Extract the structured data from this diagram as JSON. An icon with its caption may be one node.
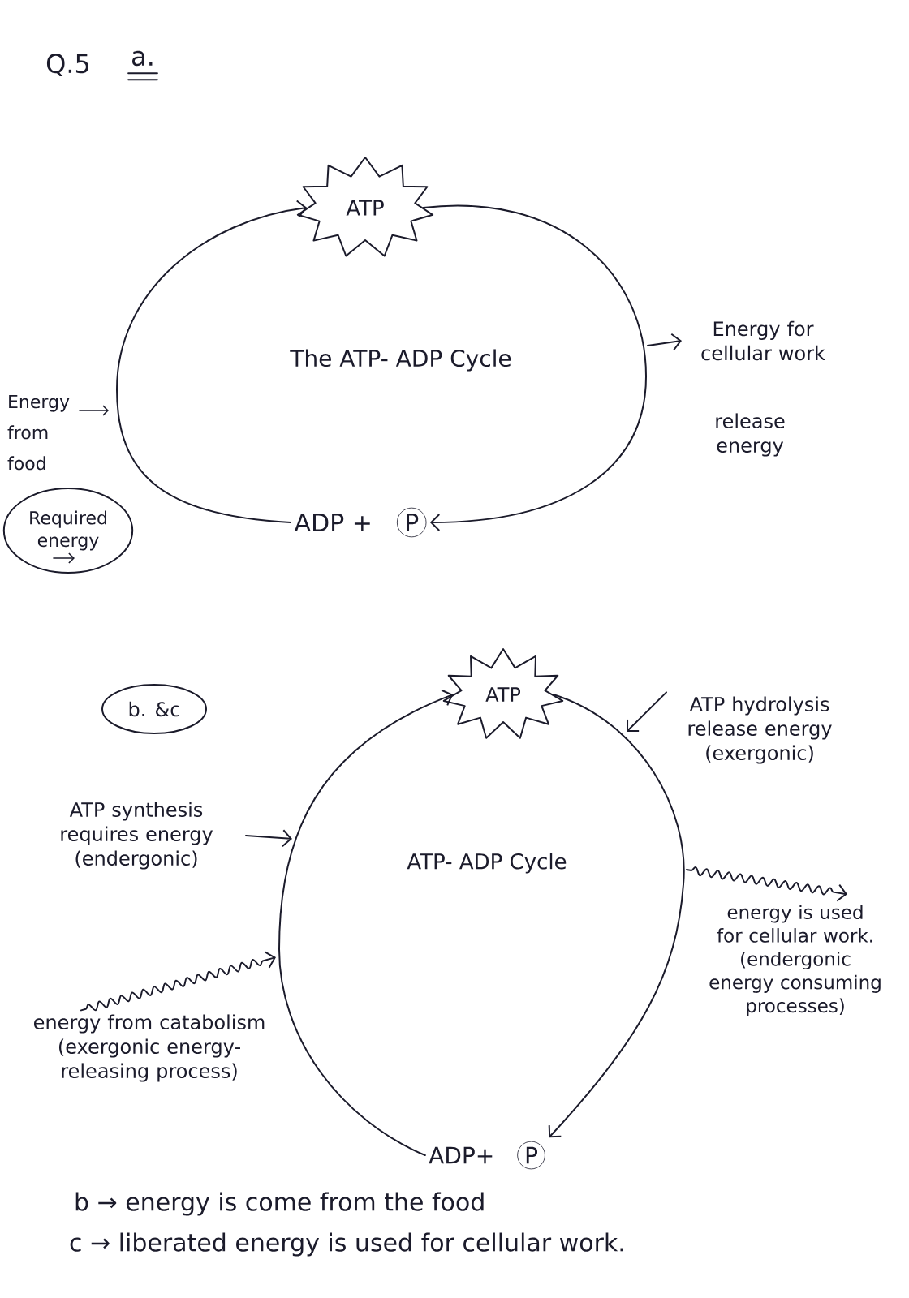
{
  "diagram": {
    "title": "Q.5",
    "nodes": [
      {
        "text": [
          "ATP"
        ]
      },
      {
        "text": [
          "Energy for cellular work"
        ]
      },
      {
        "text": [
          "ADP +",
          "P"
        ]
      },
      {
        "text": [
          "Required energy"
        ]
      },
      {
        "text": [
          "b. &c"
        ]
      },
      {
        "text": [
          "ATP"
        ]
      },
      {
        "text": [
          "ATP hydrolysis release energy",
          "(exergonic)"
        ]
      },
      {
        "text": [
          "ATP synthesis requires energy",
          "(endergonic)"
        ]
      },
      {
        "text": [
          "energy is used for cellular work.",
          "(endergonic energy consuming processes)"
        ]
      },
      {
        "text": [
          "energy from catabolism",
          "(exergonic energy-releasing process)"
        ]
      },
      {
        "text": [
          "ADP+",
          "P"
        ]
      }
    ],
    "edges": [
      {
        "from": 2,
        "to": 0,
        "arrow": "to"
      },
      {
        "from": 0,
        "to": 2,
        "arrow": "to"
      },
      {
        "from": null,
        "to": 1,
        "arrow": "to"
      },
      {
        "from": 10,
        "to": 5,
        "arrow": "to"
      },
      {
        "from": 5,
        "to": 10,
        "arrow": "to"
      },
      {
        "from": 7,
        "to": null,
        "arrow": "to"
      },
      {
        "from": 6,
        "to": null,
        "arrow": "to"
      },
      {
        "from": 9,
        "to": null,
        "arrow": "to"
      },
      {
        "from": null,
        "to": 8,
        "arrow": "to"
      }
    ],
    "labels": [
      "a.",
      "The ATP- ADP Cycle",
      "Energy from food",
      "release energy",
      "ATP- ADP Cycle",
      "b → energy is come from the food",
      "c → liberated energy is used for cellular work."
    ]
  }
}
